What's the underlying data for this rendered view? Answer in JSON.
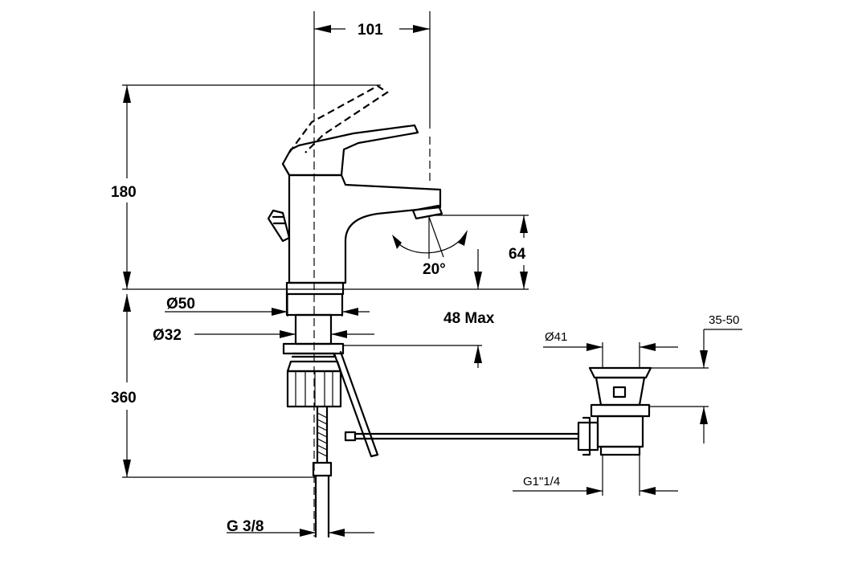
{
  "dimensions": {
    "spout_reach": "101",
    "height_total": "180",
    "spout_height": "64",
    "swivel_angle": "20°",
    "base_diameter": "Ø50",
    "hole_diameter": "Ø32",
    "deck_thickness": "48 Max",
    "supply_length": "360",
    "supply_thread": "G 3/8",
    "drain_diameter": "Ø41",
    "drain_range": "35-50",
    "drain_thread": "G1\"1/4"
  },
  "colors": {
    "line": "#000000",
    "background": "#ffffff"
  }
}
